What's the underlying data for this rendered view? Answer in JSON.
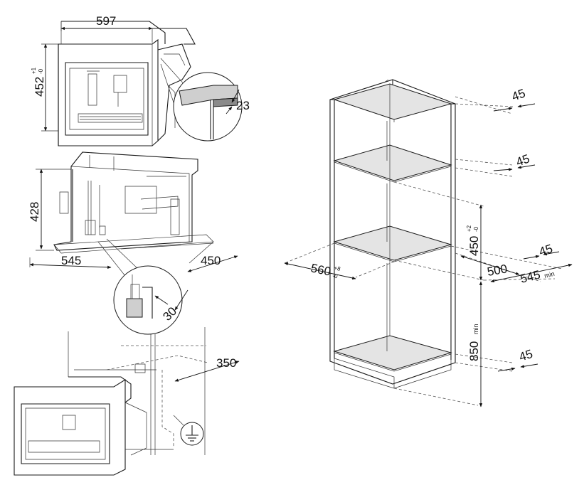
{
  "dimensions": {
    "width_597": "597",
    "height_452": "452",
    "height_452_tol_upper": "+1",
    "height_452_tol_lower": "-0",
    "detail_23": "23",
    "height_428": "428",
    "depth_545": "545",
    "depth_450": "450",
    "detail_30": "30",
    "cable_350": "350",
    "niche_560": "560",
    "niche_560_tol_upper": "+8",
    "niche_560_tol_lower": "-0",
    "niche_450": "450",
    "niche_450_tol_upper": "+2",
    "niche_450_tol_lower": "-0",
    "depth_500": "500",
    "depth_545_min": "545",
    "depth_545_min_sub": "min",
    "floor_850": "850",
    "floor_850_sub": "min",
    "gap_45_a": "45",
    "gap_45_b": "45",
    "gap_45_c": "45",
    "gap_45_d": "45"
  },
  "icons": {
    "ground": "earth-ground-symbol"
  }
}
